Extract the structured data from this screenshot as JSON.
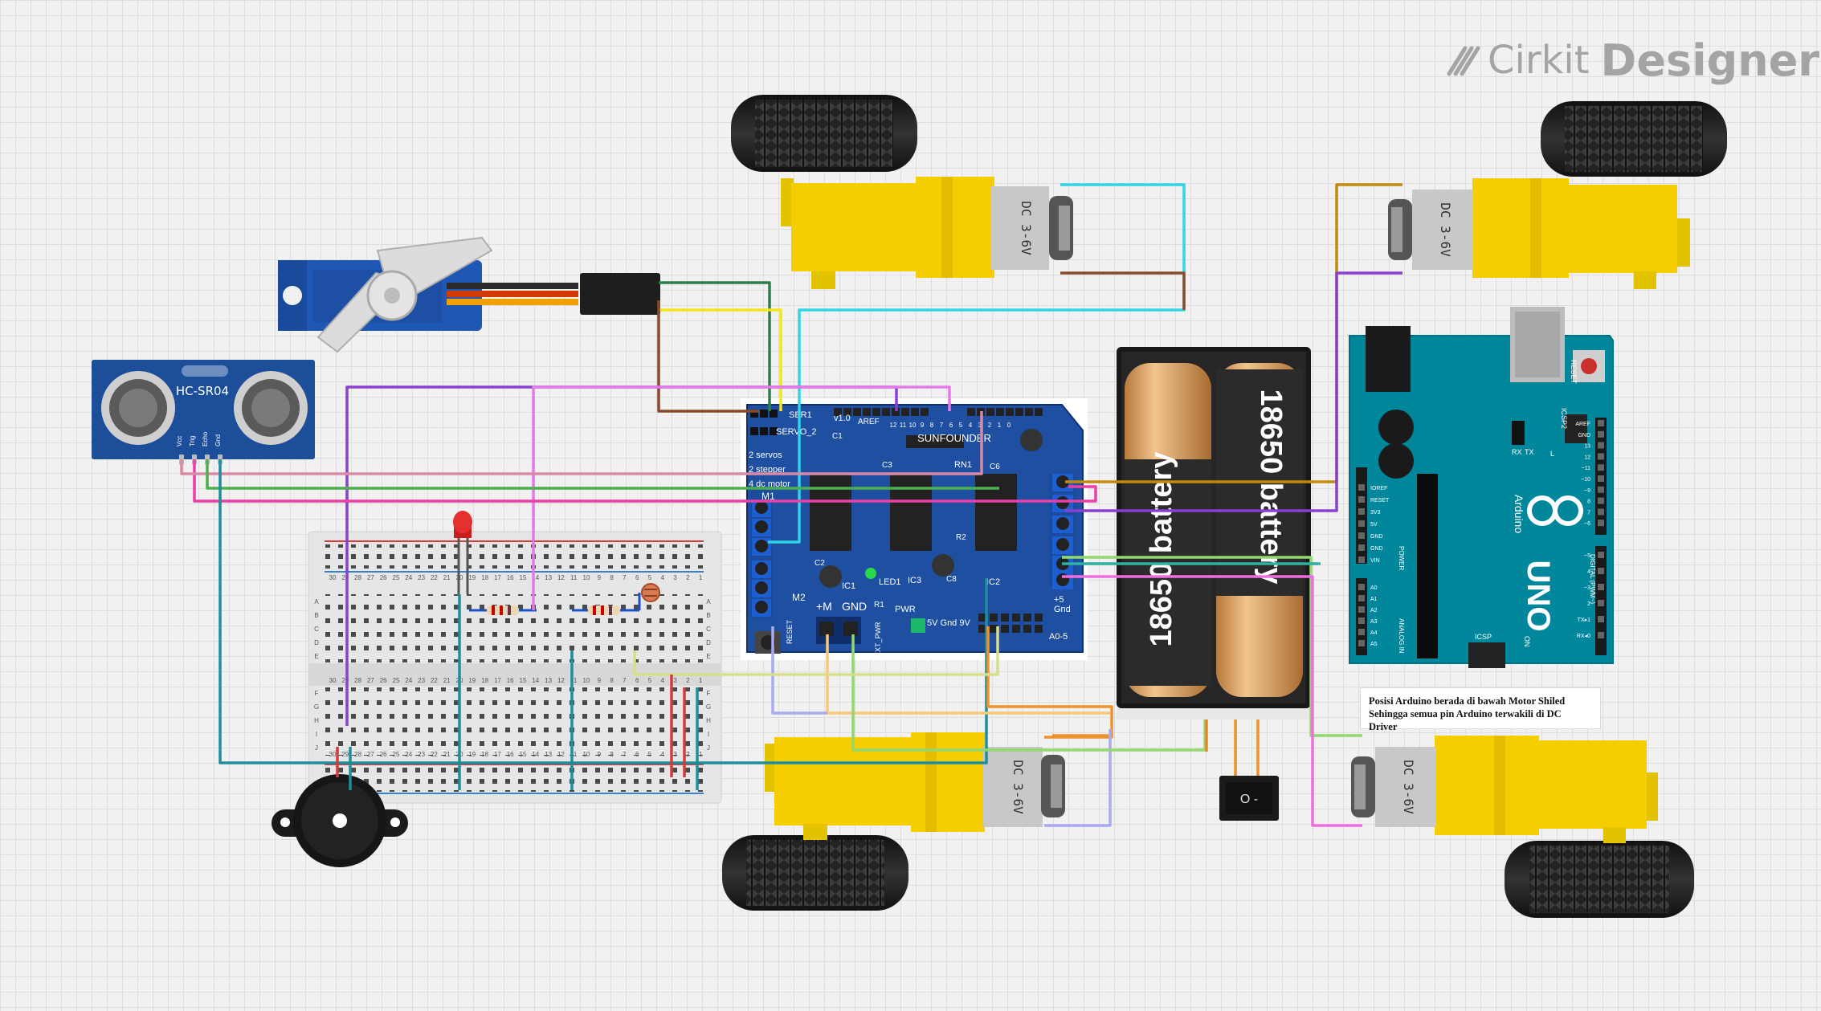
{
  "branding": {
    "name_light": "Cirkit",
    "name_bold": "Designer"
  },
  "note": {
    "line1": "Posisi Arduino berada di bawah Motor Shiled",
    "line2": "Sehingga semua pin Arduino terwakili di DC Driver"
  },
  "ultrasonic": {
    "label": "HC-SR04",
    "pins": [
      "Vcc",
      "Trig",
      "Echo",
      "Gnd"
    ]
  },
  "motors": {
    "label": "DC 3-6V"
  },
  "batteries": {
    "label": "18650 battery"
  },
  "shield": {
    "brand": "SUNFOUNDER",
    "version": "v1.0",
    "servo1": "SER1",
    "servo2": "SERVO_2",
    "lines": [
      "2 servos",
      "2 stepper",
      "4 dc motor"
    ],
    "m1": "M1",
    "m2": "M2",
    "ic1": "IC1",
    "ic2": "IC2",
    "ic3": "IC3",
    "led1": "LED1",
    "pwr": "PWR",
    "plus_m": "+M",
    "gnd": "GND",
    "power_pins": "5V Gnd 9V",
    "reset": "RESET",
    "ext_pwr": "EXT_PWR",
    "aref": "AREF",
    "rn1": "RN1",
    "c1": "C1",
    "c2": "C2",
    "c3": "C3",
    "c6": "C6",
    "c8": "C8",
    "r1": "R1",
    "r2": "R2",
    "a05": "A0-5",
    "plus5": "+5",
    "gnd2": "Gnd",
    "digital": [
      "12",
      "11",
      "10",
      "9",
      "8",
      "7",
      "6",
      "5",
      "4",
      "3",
      "2",
      "1",
      "0"
    ]
  },
  "arduino": {
    "model": "UNO",
    "brand": "Arduino",
    "reset": "RESET",
    "icsp": "ICSP",
    "icsp2": "ICSP2",
    "power_pins": [
      "IOREF",
      "RESET",
      "3V3",
      "5V",
      "GND",
      "GND",
      "VIN"
    ],
    "analog_pins": [
      "A0",
      "A1",
      "A2",
      "A3",
      "A4",
      "A5"
    ],
    "digital_pins": [
      "AREF",
      "GND",
      "13",
      "12",
      "~11",
      "~10",
      "~9",
      "8",
      "7",
      "~6",
      "~5",
      "4",
      "~3",
      "2",
      "TX▸1",
      "RX◂0"
    ],
    "power_label": "POWER",
    "analog_label": "ANALOG IN",
    "digital_label": "DIGITAL (PWM~)",
    "tx": "TX",
    "rx": "RX",
    "l": "L",
    "on": "ON"
  },
  "breadboard": {
    "top_numbers": [
      "30",
      "29",
      "28",
      "27",
      "26",
      "25",
      "24",
      "23",
      "22",
      "21",
      "20",
      "19",
      "18",
      "17",
      "16",
      "15",
      "14",
      "13",
      "12",
      "11",
      "10",
      "9",
      "8",
      "7",
      "6",
      "5",
      "4",
      "3",
      "2",
      "1"
    ],
    "row_letters_top": [
      "A",
      "B",
      "C",
      "D",
      "E"
    ],
    "row_letters_bottom": [
      "F",
      "G",
      "H",
      "I",
      "J"
    ]
  },
  "switch": {
    "symbol": "O -"
  },
  "colors": {
    "motor_yellow": "#f6cd00",
    "shield_blue": "#1e4fa0",
    "arduino_teal": "#00879c",
    "breadboard": "#e6e6e6",
    "rail_red": "#d23c3c",
    "rail_blue": "#3c82c8",
    "wire_cyan": "#33d3e6",
    "wire_purple": "#8a3fd1",
    "wire_magenta": "#ea3fa6",
    "wire_pink": "#e37ae8",
    "wire_teal": "#1f8e9c",
    "wire_orange": "#f0922c",
    "wire_brown": "#874a2a",
    "wire_gold": "#c38b0c",
    "wire_green": "#2f7d4d",
    "wire_yellow": "#f5e51e",
    "wire_lime": "#92d86e",
    "wire_lavender": "#aaaaf1",
    "wire_light_orange": "#f6c878"
  }
}
